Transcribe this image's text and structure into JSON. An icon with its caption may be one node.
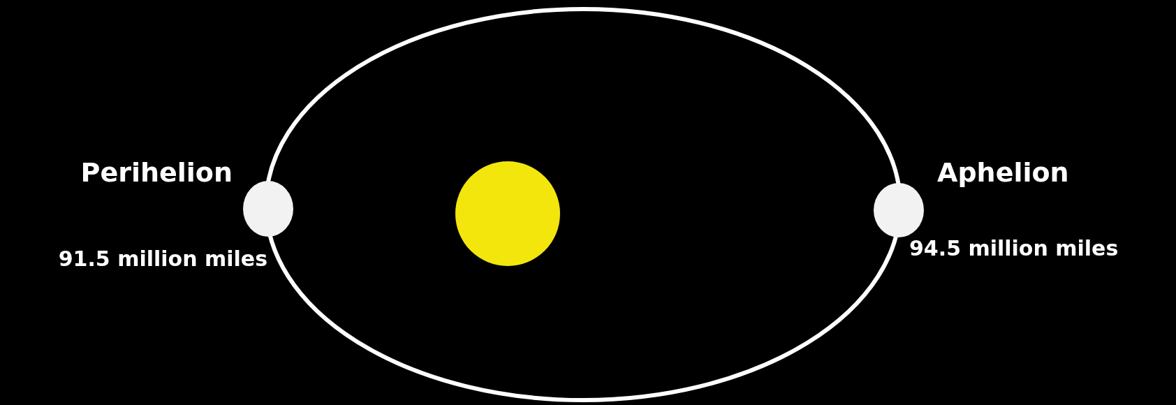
{
  "diagram": {
    "nodes": [
      {
        "text": [],
        "shape": "circle",
        "beside": [
          "Perihelion",
          "91.5 million miles"
        ]
      },
      {
        "text": [],
        "shape": "circle"
      },
      {
        "text": [],
        "shape": "circle",
        "beside": [
          "Aphelion",
          "94.5 million miles"
        ]
      }
    ]
  }
}
